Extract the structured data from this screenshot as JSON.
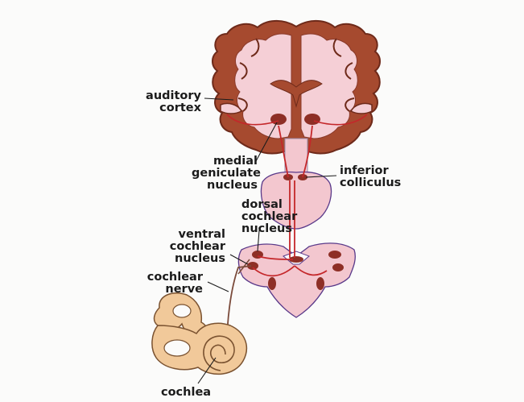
{
  "colors": {
    "background": "#fbfbfa",
    "cortex_fill": "#a64a2f",
    "cortex_edge": "#6e2a1a",
    "white_matter": "#f5cfd6",
    "brainstem_fill": "#f3c7cf",
    "nucleus": "#8e2f26",
    "pathway": "#c4272a",
    "outline": "#5a3a8a",
    "cochlea_fill": "#f1c99a",
    "cochlea_edge": "#7a5230",
    "label_text": "#1b1b1b"
  },
  "labels": {
    "auditory_cortex": "auditory\ncortex",
    "medial_geniculate": "medial\ngeniculate\nnucleus",
    "inferior_colliculus": "inferior\ncolliculus",
    "dorsal_cochlear": "dorsal\ncochlear\nnucleus",
    "ventral_cochlear": "ventral\ncochlear\nnucleus",
    "cochlear_nerve": "cochlear\nnerve",
    "cochlea": "cochlea"
  }
}
